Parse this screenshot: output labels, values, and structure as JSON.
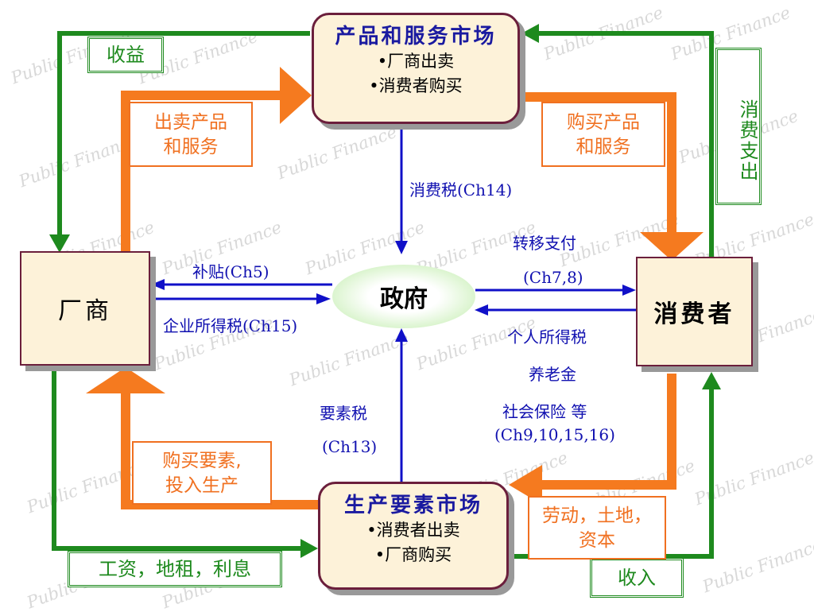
{
  "watermark": "Public Finance",
  "product_market": {
    "title": "产品和服务市场",
    "items": [
      "•厂商出卖",
      "•消费者购买"
    ]
  },
  "factor_market": {
    "title": "生产要素市场",
    "items": [
      "•消费者出卖",
      "•厂商购买"
    ]
  },
  "firm": {
    "label": "厂商"
  },
  "consumer": {
    "label": "消费者"
  },
  "government": {
    "label": "政府"
  },
  "flows": {
    "revenue": "收益",
    "consumer_spending": "消费支出",
    "sell_goods": "出卖产品\n和服务",
    "buy_goods": "购买产品\n和服务",
    "buy_factors": "购买要素,\n投入生产",
    "labor_land_capital": "劳动，土地，\n资本",
    "wages": "工资，地租，利息",
    "income": "收入"
  },
  "taxes": {
    "consumption_tax": "消费税(Ch14)",
    "subsidy": "补贴(Ch5)",
    "corporate_tax": "企业所得税(Ch15)",
    "transfer": "转移支付",
    "transfer_ch": "(Ch7,8)",
    "personal_tax": "个人所得税",
    "pension": "养老金",
    "social_security": "社会保险 等",
    "social_ch": "(Ch9,10,15,16)",
    "factor_tax": "要素税",
    "factor_ch": "(Ch13)"
  },
  "colors": {
    "green": "#1e8a1e",
    "orange": "#f07020",
    "blue": "#1010b0",
    "border": "#6b1f3c",
    "fill": "#fdf2d9"
  }
}
